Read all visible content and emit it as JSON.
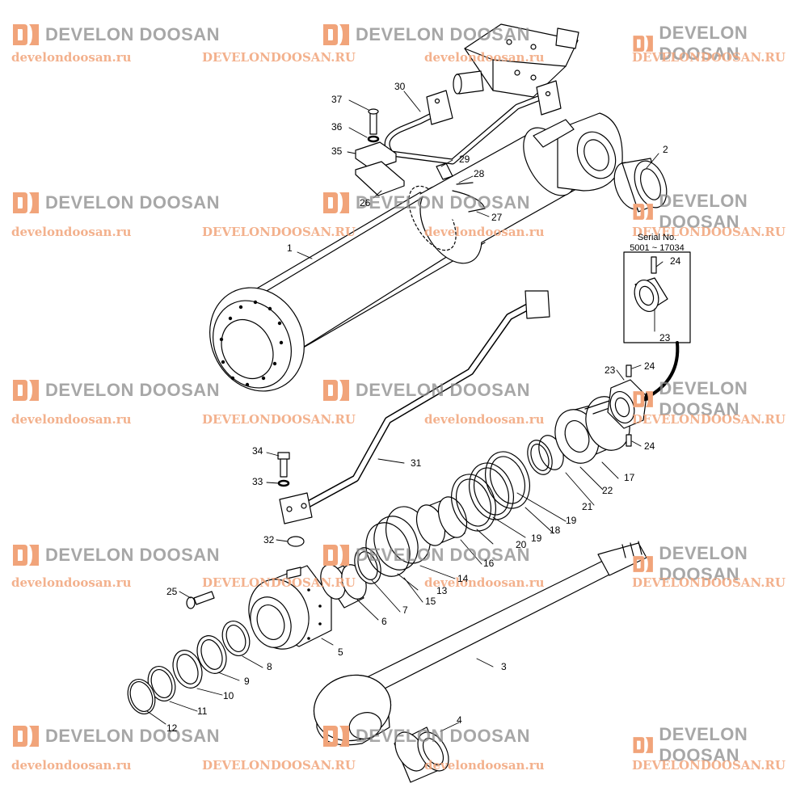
{
  "watermark": {
    "brand": "DEVELON DOOSAN",
    "url_lower": "develondoosan.ru",
    "url_upper": "DEVELONDOOSAN.RU",
    "logo_color": "#f1a47a",
    "text_color": "#8a8a8a"
  },
  "serial_note": {
    "line1": "Serial No.",
    "line2": "5001 ~ 17034"
  },
  "part_labels": [
    "1",
    "2",
    "3",
    "4",
    "5",
    "6",
    "7",
    "8",
    "9",
    "10",
    "11",
    "12",
    "13",
    "14",
    "15",
    "16",
    "17",
    "18",
    "19",
    "19",
    "20",
    "21",
    "22",
    "23",
    "23",
    "24",
    "24",
    "24",
    "25",
    "26",
    "27",
    "28",
    "29",
    "30",
    "31",
    "32",
    "33",
    "34",
    "35",
    "36",
    "37"
  ]
}
